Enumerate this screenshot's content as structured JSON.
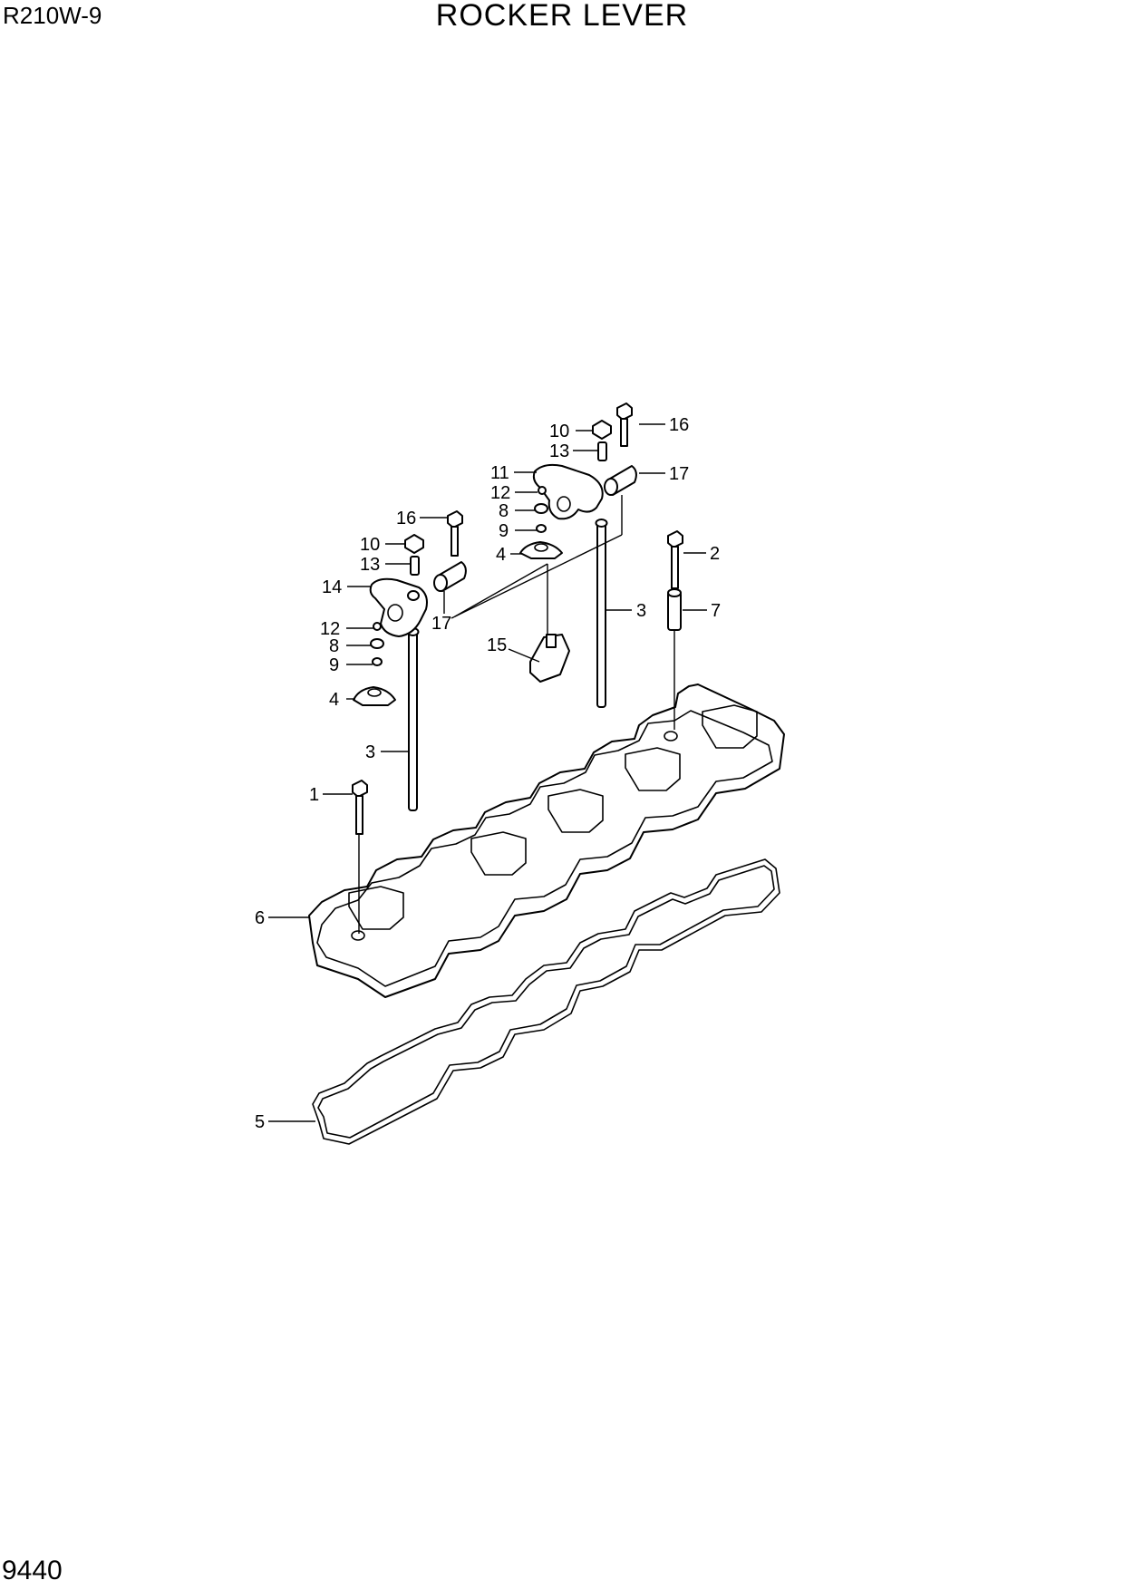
{
  "header": {
    "model": "R210W-9",
    "title": "ROCKER LEVER"
  },
  "footer": {
    "page_number": "9440"
  },
  "callouts": {
    "c16a": "16",
    "c10a": "10",
    "c13a": "13",
    "c11": "11",
    "c17a": "17",
    "c12a": "12",
    "c8a": "8",
    "c9a": "9",
    "c4a": "4",
    "c2": "2",
    "c16b": "16",
    "c10b": "10",
    "c13b": "13",
    "c14": "14",
    "c17b": "17",
    "c3a": "3",
    "c7": "7",
    "c12b": "12",
    "c8b": "8",
    "c15": "15",
    "c9b": "9",
    "c4b": "4",
    "c3b": "3",
    "c1": "1",
    "c6": "6",
    "c5": "5"
  }
}
